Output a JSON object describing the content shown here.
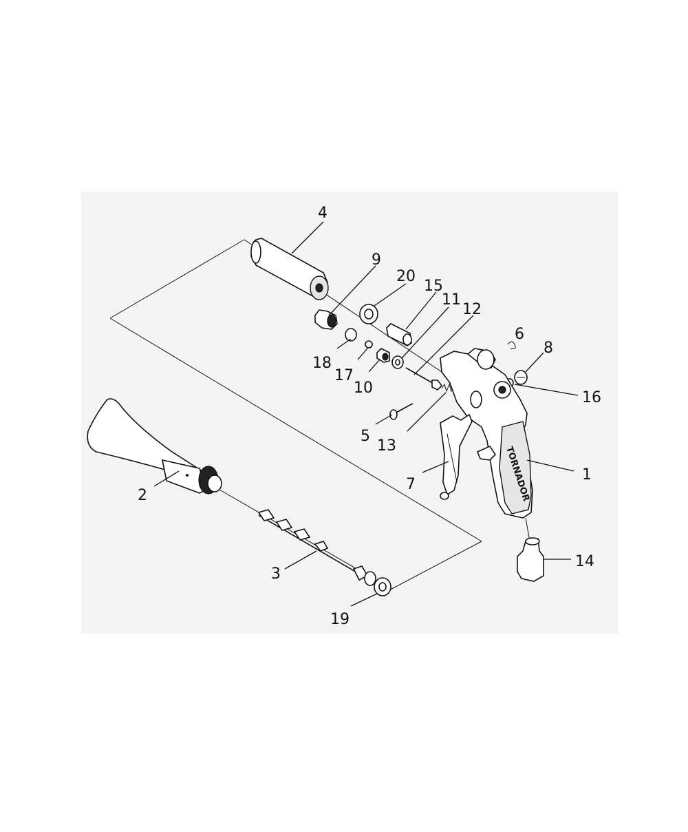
{
  "diagram": {
    "brand_text": "TORNADOR",
    "labels": {
      "p1": "1",
      "p2": "2",
      "p3": "3",
      "p4": "4",
      "p5": "5",
      "p6": "6",
      "p7": "7",
      "p8": "8",
      "p9": "9",
      "p10": "10",
      "p11": "11",
      "p12": "12",
      "p13": "13",
      "p14": "14",
      "p15": "15",
      "p16": "16",
      "p17": "17",
      "p18": "18",
      "p19": "19",
      "p20": "20"
    }
  }
}
